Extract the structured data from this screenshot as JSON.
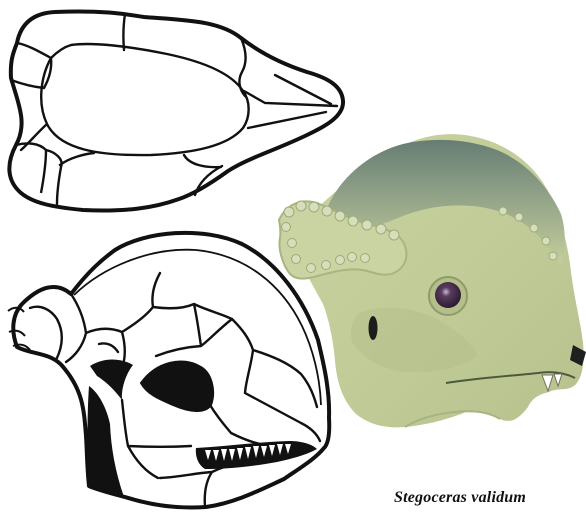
{
  "caption": "Stegoceras validum",
  "colors": {
    "line": "#111111",
    "paper": "#ffffff",
    "head_skin": "#c6cf9c",
    "head_shadow": "#a8b481",
    "dome_top": "#667d72",
    "eye": "#3a2640",
    "fenestra": "#111111"
  },
  "figures": [
    {
      "name": "skull-top-view",
      "description_only": true
    },
    {
      "name": "skull-side-view",
      "description_only": true
    },
    {
      "name": "restored-head-painting",
      "description_only": true
    }
  ]
}
